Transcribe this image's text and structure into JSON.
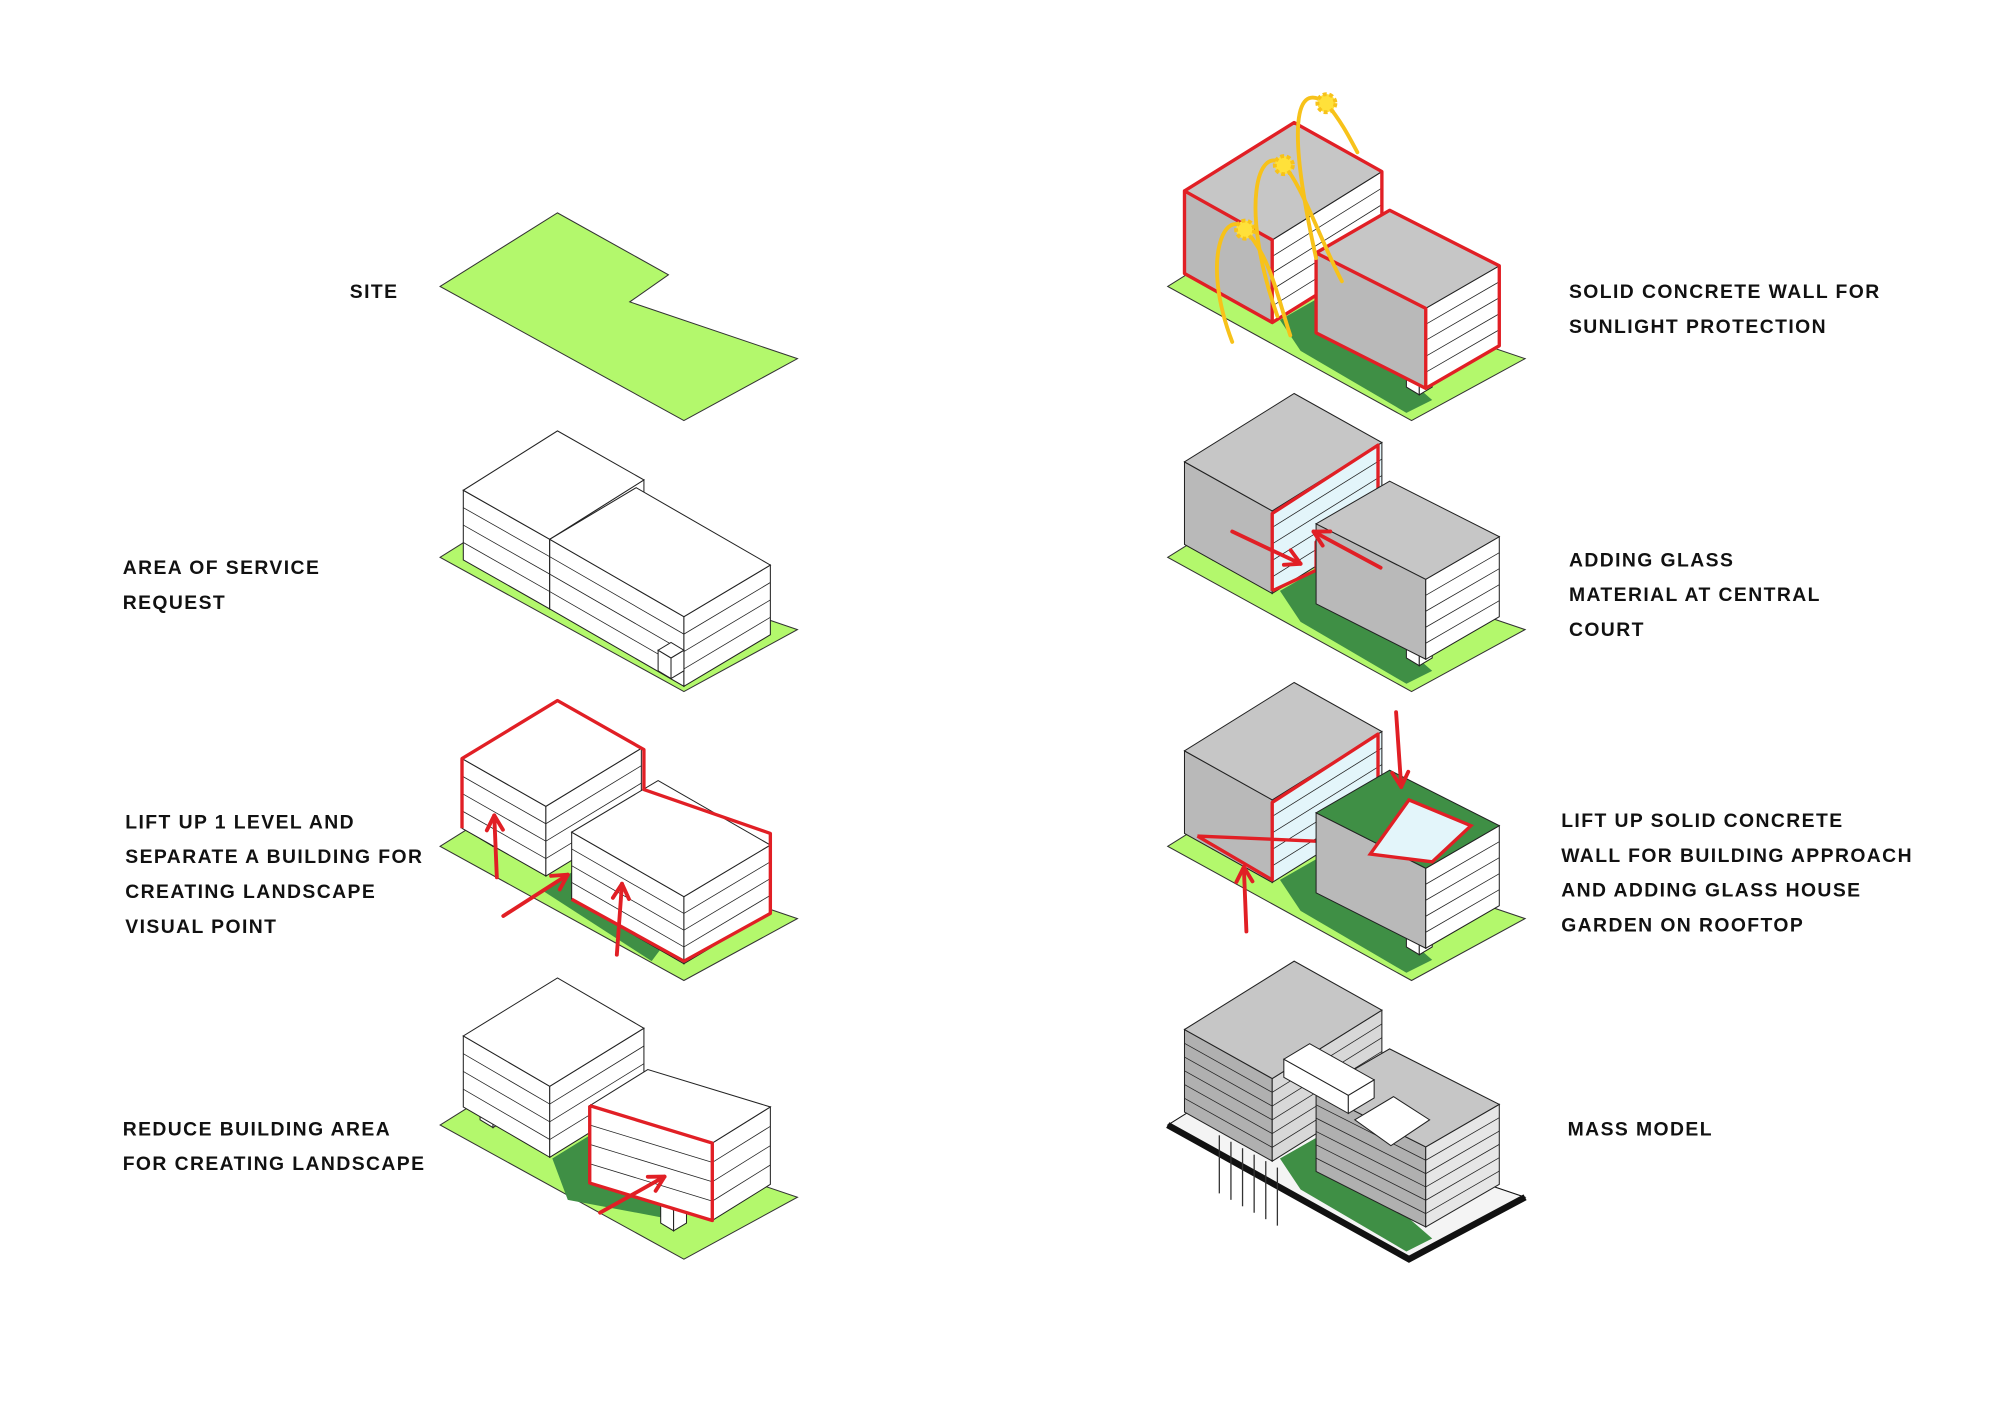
{
  "colors": {
    "site_green": "#b3f86c",
    "court_green": "#3f8f45",
    "outline_red": "#e11f25",
    "sun_yellow": "#f7c21a",
    "concrete": "#bdbdbd",
    "glass": "#e3f5fa"
  },
  "steps_left": [
    {
      "lines": [
        "SITE"
      ]
    },
    {
      "lines": [
        "AREA OF SERVICE",
        "REQUEST"
      ]
    },
    {
      "lines": [
        "LIFT UP 1 LEVEL AND",
        "SEPARATE A BUILDING FOR",
        "CREATING LANDSCAPE",
        "VISUAL POINT"
      ]
    },
    {
      "lines": [
        "REDUCE BUILDING AREA",
        "FOR CREATING LANDSCAPE"
      ]
    }
  ],
  "steps_right": [
    {
      "lines": [
        "SOLID CONCRETE WALL FOR",
        "SUNLIGHT PROTECTION"
      ]
    },
    {
      "lines": [
        "ADDING GLASS",
        "MATERIAL AT CENTRAL",
        "COURT"
      ]
    },
    {
      "lines": [
        "LIFT UP SOLID CONCRETE",
        "WALL FOR BUILDING APPROACH",
        "AND ADDING GLASS HOUSE",
        "GARDEN ON ROOFTOP"
      ]
    },
    {
      "lines": [
        "MASS MODEL"
      ]
    }
  ]
}
